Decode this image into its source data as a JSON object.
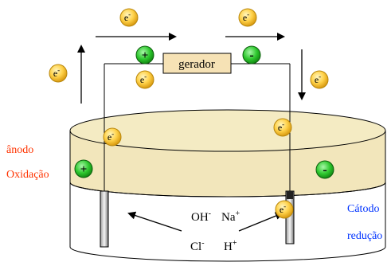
{
  "generator": {
    "label": "gerador"
  },
  "electron": {
    "label": "e",
    "charge": "-"
  },
  "terminals": {
    "plus": "+",
    "minus": "-"
  },
  "anode": {
    "label": "ânodo",
    "process": "Oxidação",
    "color": "#ff3300"
  },
  "cathode": {
    "label": "Cátodo",
    "process": "redução",
    "color": "#0033ff"
  },
  "ions": {
    "hydroxide": {
      "symbol": "OH",
      "charge": "-"
    },
    "sodium": {
      "symbol": "Na",
      "charge": "+"
    },
    "chloride": {
      "symbol": "Cl",
      "charge": "-"
    },
    "hydrogen": {
      "symbol": "H",
      "charge": "+"
    }
  },
  "colors": {
    "electron_fill": "#ffd24a",
    "electron_stroke": "#b8860b",
    "terminal_green": "#2ec82e",
    "generator_fill": "#f6e2b5",
    "electrolyte_top": "#f4ebc3",
    "electrolyte_side": "#f2e6bb"
  }
}
